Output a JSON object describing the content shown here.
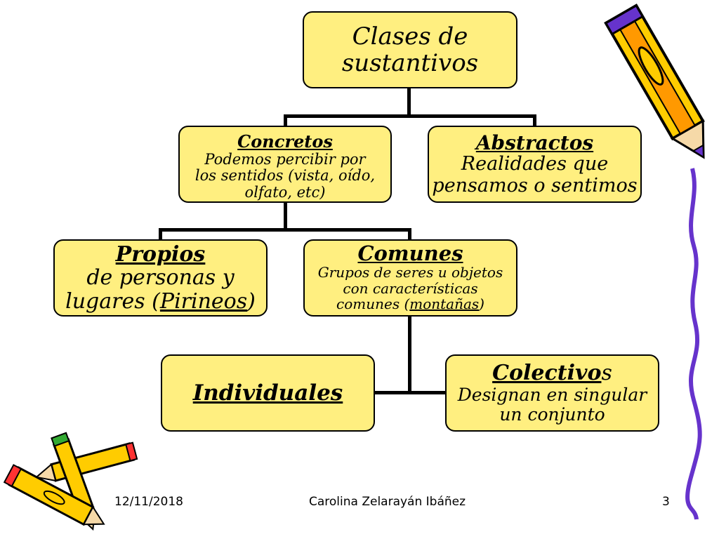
{
  "diagram": {
    "root": {
      "line1": "Clases de",
      "line2": "sustantivos"
    },
    "concretos": {
      "title": "Concretos",
      "line1": "Podemos percibir por",
      "line2": "los sentidos (vista, oído,",
      "line3": "olfato, etc)"
    },
    "abstractos": {
      "title": "Abstractos",
      "line1": "Realidades que",
      "line2": "pensamos o sentimos"
    },
    "propios": {
      "title": "Propios",
      "line1": "de personas y",
      "line2_prefix": "lugares (",
      "line2_example": "Pirineos",
      "line2_suffix": ")"
    },
    "comunes": {
      "title": "Comunes",
      "line1": "Grupos de seres u objetos",
      "line2": "con características",
      "line3_prefix": "comunes (",
      "line3_example": "montañas",
      "line3_suffix": ")"
    },
    "individuales": {
      "title": "Individuales"
    },
    "colectivos": {
      "title": "Colectivo",
      "title_suffix": "s",
      "line1": "Designan en singular",
      "line2": "un conjunto"
    }
  },
  "footer": {
    "date": "12/11/2018",
    "author": "Carolina Zelarayán Ibáñez",
    "page": "3"
  },
  "colors": {
    "box_fill": "#ffef80",
    "connector": "#000000",
    "decoration_purple": "#6633cc"
  },
  "icons": [
    "pencil-icon",
    "crossed-pencils-icon"
  ]
}
